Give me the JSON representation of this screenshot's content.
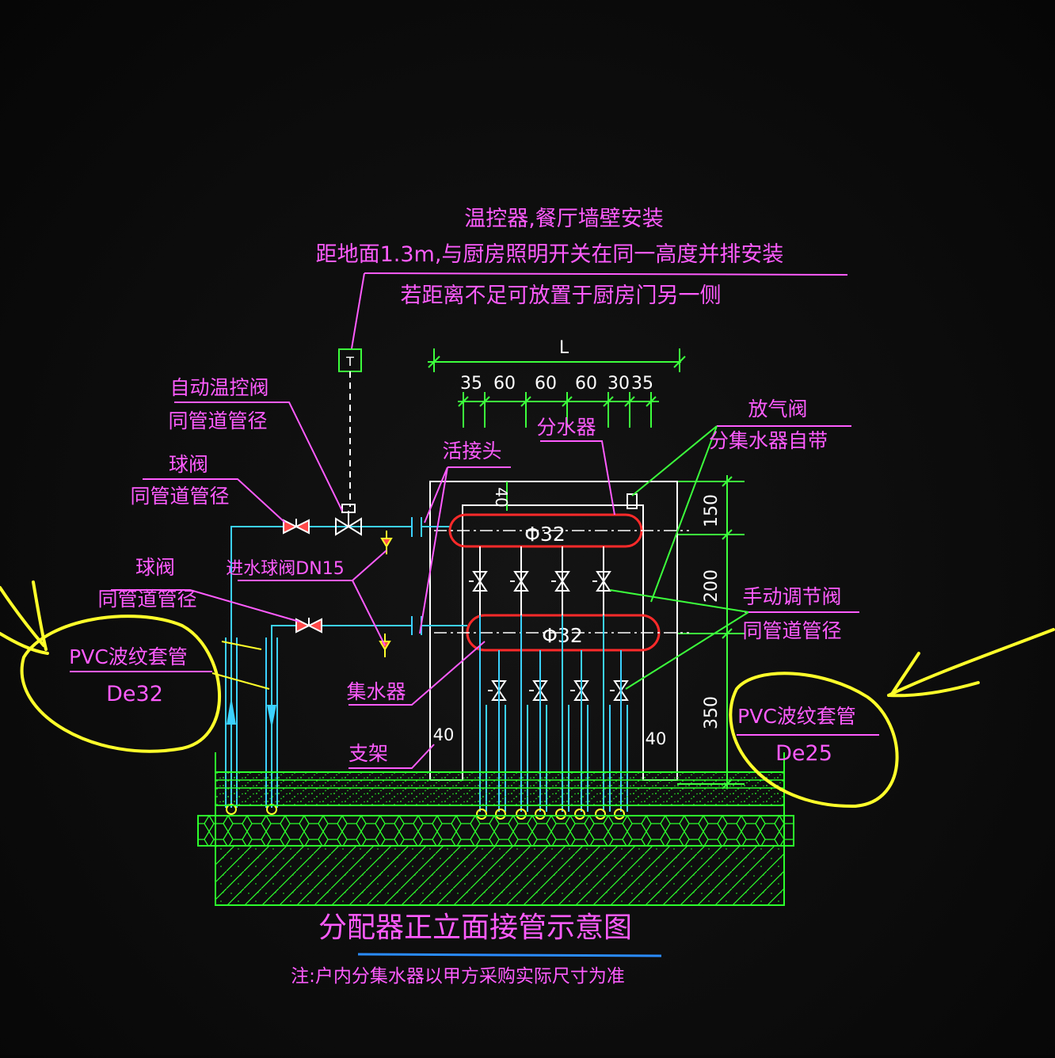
{
  "colors": {
    "background": "#0c0c0c",
    "annotation_text": "#ff5cff",
    "leader_magenta": "#ff5cff",
    "leader_green": "#3cff3c",
    "pipe_cyan": "#3cd2ff",
    "frame_white": "#ffffff",
    "manifold_red": "#ff2a2a",
    "ground_green": "#2cff2c",
    "handdrawn_yellow": "#ffff2a",
    "title_underline": "#2a8cff"
  },
  "thermostat": {
    "line1": "温控器,餐厅墙壁安装",
    "line2": "距地面1.3m,与厨房照明开关在同一高度并排安装",
    "line3": "若距离不足可放置于厨房门另一侧",
    "symbol": "T"
  },
  "dimensions": {
    "total_label": "L",
    "segments": [
      "35",
      "60",
      "60",
      "60",
      "30",
      "35"
    ],
    "top_offset": "40",
    "right_vertical": [
      "150",
      "200",
      "350"
    ],
    "leg_left": "40",
    "leg_right": "40"
  },
  "labels": {
    "auto_valve_1": "自动温控阀",
    "auto_valve_2": "同管道管径",
    "ball_valve_top_1": "球阀",
    "ball_valve_top_2": "同管道管径",
    "ball_valve_bottom_1": "球阀",
    "ball_valve_bottom_2": "同管道管径",
    "inlet_filter": "进水球阀DN15",
    "union": "活接头",
    "distributor": "分水器",
    "air_vent_1": "放气阀",
    "air_vent_2": "分集水器自带",
    "manual_valve_1": "手动调节阀",
    "manual_valve_2": "同管道管径",
    "collector": "集水器",
    "bracket": "支架",
    "pipe_upper": "Φ32",
    "pipe_lower": "Φ32",
    "pvc_left_1": "PVC波纹套管",
    "pvc_left_2": "De32",
    "pvc_right_1": "PVC波纹套管",
    "pvc_right_2": "De25"
  },
  "title": {
    "main": "分配器正立面接管示意图",
    "note": "注:户内分集水器以甲方采购实际尺寸为准"
  }
}
